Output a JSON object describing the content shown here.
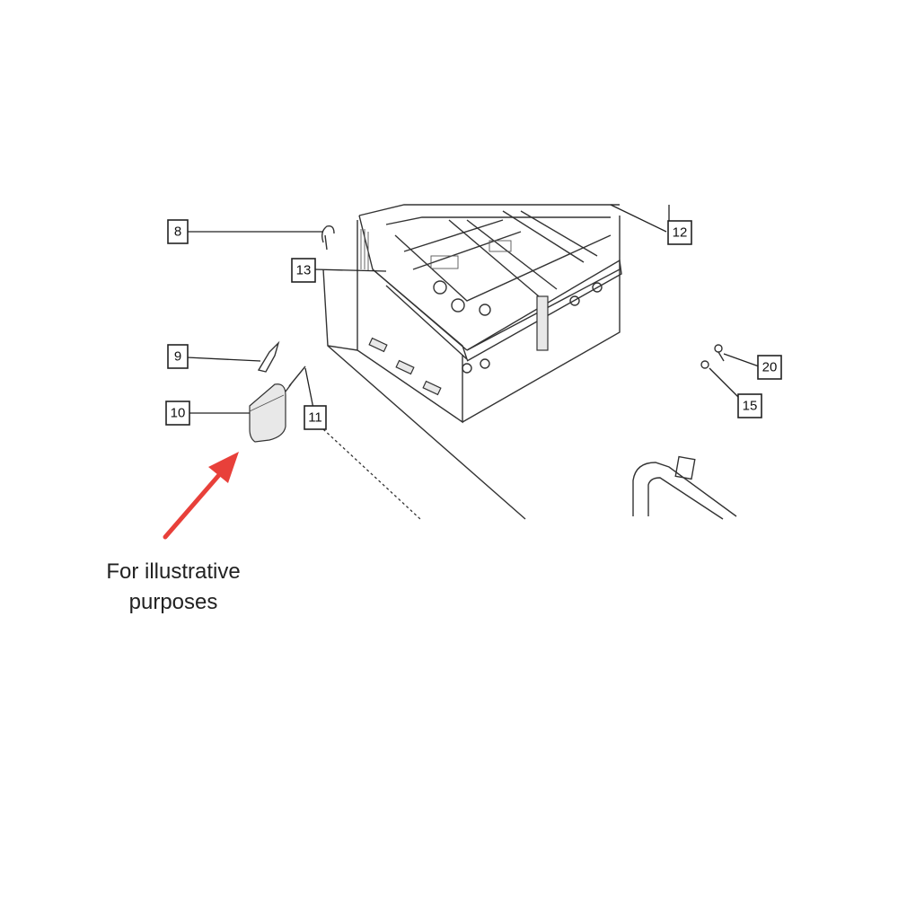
{
  "callouts": {
    "c8": "8",
    "c9": "9",
    "c10": "10",
    "c11": "11",
    "c12": "12",
    "c13": "13",
    "c15": "15",
    "c20": "20"
  },
  "caption": {
    "line1": "For illustrative",
    "line2": "purposes"
  },
  "colors": {
    "arrow": "#e8403a",
    "line": "#222222"
  }
}
